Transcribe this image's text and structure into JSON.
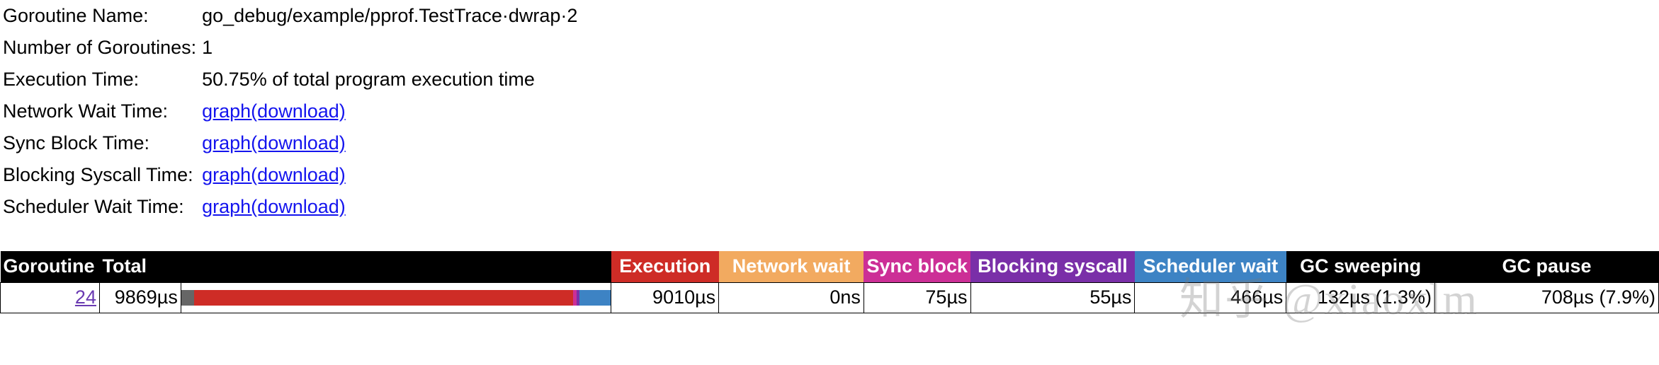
{
  "summary": {
    "rows": [
      {
        "label": "Goroutine Name:",
        "value": "go_debug/example/pprof.TestTrace·dwrap·2",
        "type": "text"
      },
      {
        "label": "Number of Goroutines:",
        "value": "1",
        "type": "text"
      },
      {
        "label": "Execution Time:",
        "value": "50.75% of total program execution time",
        "type": "text"
      },
      {
        "label": "Network Wait Time:",
        "value": "graph(download)",
        "type": "link"
      },
      {
        "label": "Sync Block Time:",
        "value": "graph(download)",
        "type": "link"
      },
      {
        "label": "Blocking Syscall Time:",
        "value": "graph(download)",
        "type": "link"
      },
      {
        "label": "Scheduler Wait Time:",
        "value": "graph(download)",
        "type": "link"
      }
    ]
  },
  "table": {
    "headers": [
      {
        "label": "Goroutine",
        "color": "#000000"
      },
      {
        "label": "Total",
        "color": "#000000"
      },
      {
        "label": "",
        "color": "#000000"
      },
      {
        "label": "Execution",
        "color": "#ce2c26"
      },
      {
        "label": "Network wait",
        "color": "#f2aa60"
      },
      {
        "label": "Sync block",
        "color": "#cc2f96"
      },
      {
        "label": "Blocking syscall",
        "color": "#7a2fa8"
      },
      {
        "label": "Scheduler wait",
        "color": "#3d83c4"
      },
      {
        "label": "GC sweeping",
        "color": "#000000"
      },
      {
        "label": "GC pause",
        "color": "#000000"
      }
    ],
    "row": {
      "goroutine_id": "24",
      "total": "9869µs",
      "execution": "9010µs",
      "network_wait": "0ns",
      "sync_block": "75µs",
      "blocking_syscall": "55µs",
      "scheduler_wait": "466µs",
      "gc_sweeping": "132µs (1.3%)",
      "gc_pause": "708µs (7.9%)"
    },
    "bar_segments": [
      {
        "name": "leading-gray",
        "color": "#666666",
        "pct": 3.0
      },
      {
        "name": "execution",
        "color": "#ce2c26",
        "pct": 88.2
      },
      {
        "name": "sync-block",
        "color": "#cc2f96",
        "pct": 0.9
      },
      {
        "name": "blocking-syscall",
        "color": "#7a2fa8",
        "pct": 0.6
      },
      {
        "name": "scheduler-wait",
        "color": "#3d83c4",
        "pct": 7.3
      }
    ]
  },
  "watermark": {
    "text": "知乎 @xiaoxlm"
  }
}
